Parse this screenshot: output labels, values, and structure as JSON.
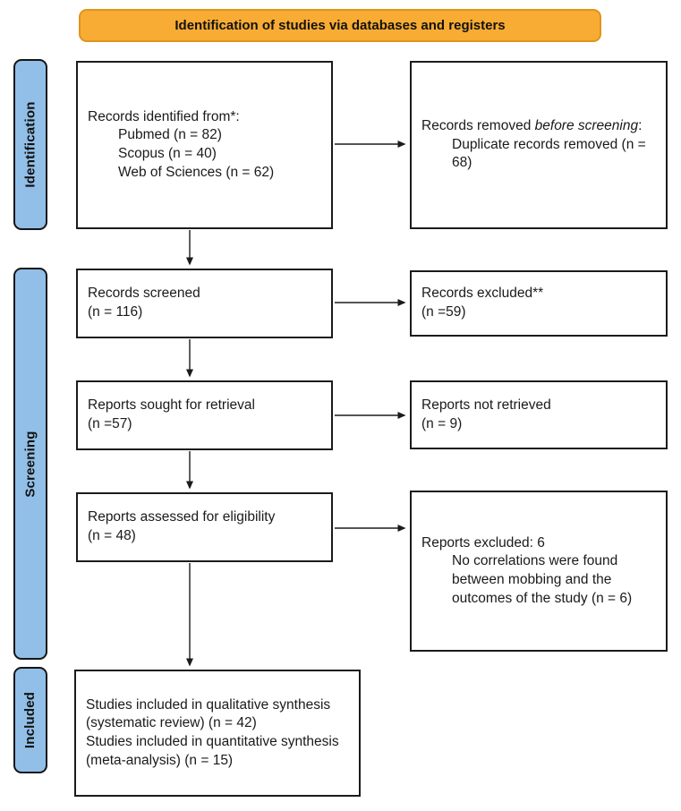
{
  "banner": {
    "label": "Identification of studies via databases and registers"
  },
  "stages": {
    "identification": {
      "label": "Identification"
    },
    "screening": {
      "label": "Screening"
    },
    "included": {
      "label": "Included"
    }
  },
  "colors": {
    "banner_bg": "#F8AC33",
    "banner_border": "#DE951C",
    "stage_bg": "#92BFE7",
    "box_border": "#1b1b1b"
  },
  "boxes": {
    "records_identified": {
      "title": "Records identified from*:",
      "items": [
        "Pubmed (n = 82)",
        "Scopus (n = 40)",
        "Web of Sciences (n = 62)"
      ]
    },
    "records_removed": {
      "prefix": "Records removed ",
      "italic": "before screening",
      "suffix": ":",
      "item": "Duplicate records removed  (n = 68)"
    },
    "records_screened": {
      "line1": "Records screened",
      "line2": "(n = 116)"
    },
    "records_excluded": {
      "line1": "Records excluded**",
      "line2": "(n =59)"
    },
    "reports_sought": {
      "line1": "Reports sought for retrieval",
      "line2": "(n =57)"
    },
    "reports_not_retrieved": {
      "line1": "Reports not retrieved",
      "line2": "(n = 9)"
    },
    "reports_assessed": {
      "line1": "Reports assessed for eligibility",
      "line2": "(n = 48)"
    },
    "reports_excluded": {
      "title": "Reports excluded: 6",
      "item": "No correlations were found between mobbing and the outcomes of the study (n = 6)"
    },
    "studies_included": {
      "line1": "Studies included in qualitative synthesis (systematic review) (n = 42)",
      "line2": "Studies included in quantitative synthesis (meta-analysis) (n = 15)"
    }
  }
}
